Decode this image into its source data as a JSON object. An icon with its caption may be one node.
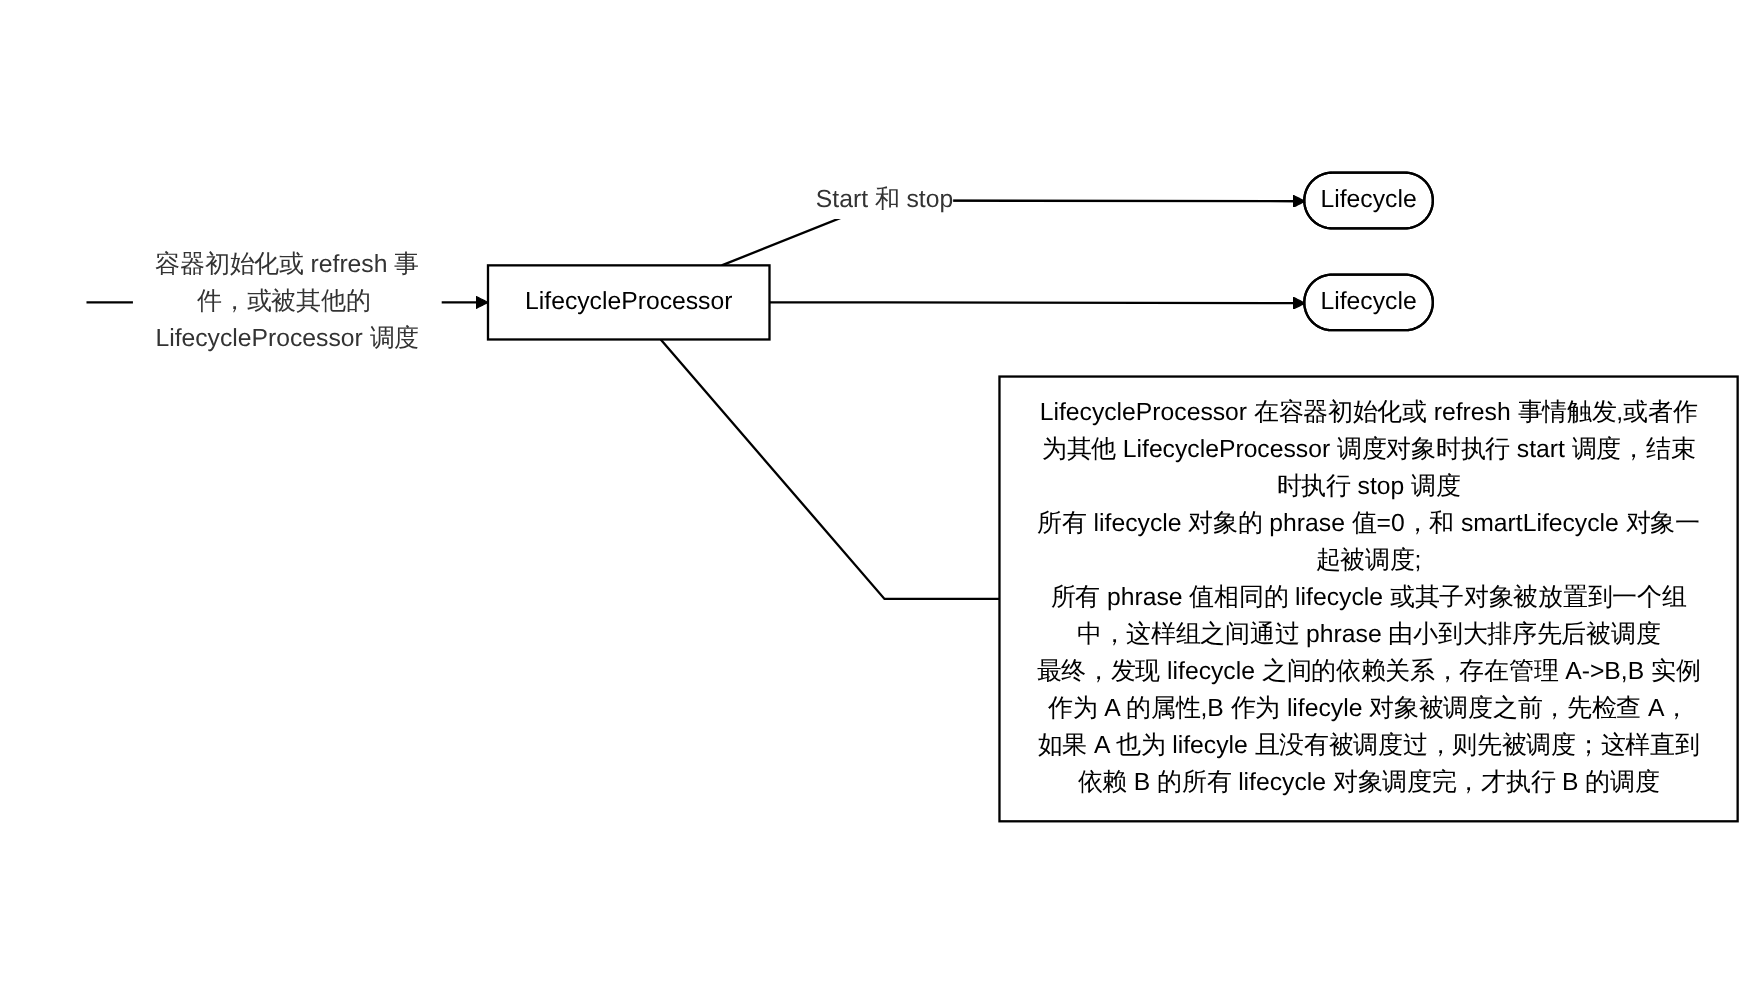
{
  "diagram": {
    "nodes": [
      {
        "text": [
          "LifecycleProcessor"
        ]
      },
      {
        "text": [
          "Lifecycle"
        ]
      },
      {
        "text": [
          "Lifecycle"
        ]
      },
      {
        "text": [
          "LifecycleProcessor 在容器初始化或 refresh 事情触发,或者作为其他 LifecycleProcessor 调度对象时执行 start 调度，结束时执行 stop 调度",
          "所有 lifecycle 对象的 phrase 值=0，和 smartLifecycle 对象一起被调度;",
          "所有 phrase 值相同的 lifecycle 或其子对象被放置到一个组中，这样组之间通过 phrase 由小到大排序先后被调度",
          "最终，发现 lifecycle 之间的依赖关系，存在管理 A->B,B 实例作为 A 的属性,B 作为 lifecyle 对象被调度之前，先检查 A，如果 A 也为 lifecyle 且没有被调度过，则先被调度；这样直到依赖 B 的所有 lifecycle 对象调度完，才执行 B 的调度"
        ]
      }
    ],
    "edges": [
      {
        "from": null,
        "to": 0,
        "arrow": "to",
        "label": "容器初始化或 refresh 事件，或被其他的 LifecycleProcessor 调度"
      },
      {
        "from": 0,
        "to": 1,
        "arrow": "to",
        "label": "Start 和 stop"
      },
      {
        "from": 0,
        "to": 2,
        "arrow": "to"
      },
      {
        "from": 0,
        "to": 3,
        "arrow": "none"
      }
    ]
  }
}
